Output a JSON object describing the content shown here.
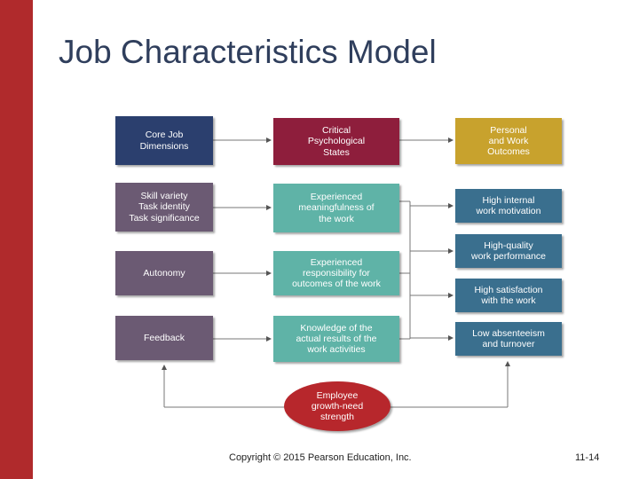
{
  "slide": {
    "title": "Job Characteristics Model",
    "footer": "Copyright © 2015 Pearson Education, Inc.",
    "page_number": "11-14"
  },
  "diagram": {
    "headers": {
      "core": "Core Job\nDimensions",
      "critical": "Critical\nPsychological\nStates",
      "outcomes": "Personal\nand Work\nOutcomes"
    },
    "dimensions": [
      "Skill variety\nTask identity\nTask significance",
      "Autonomy",
      "Feedback"
    ],
    "states": [
      "Experienced\nmeaningfulness of\nthe work",
      "Experienced\nresponsibility for\noutcomes of the work",
      "Knowledge of the\nactual results of the\nwork activities"
    ],
    "outcome_items": [
      "High internal\nwork motivation",
      "High-quality\nwork performance",
      "High satisfaction\nwith the work",
      "Low absenteeism\nand turnover"
    ],
    "moderator": "Employee\ngrowth-need\nstrength",
    "colors": {
      "accent_bar": "#b02a2c",
      "navy": "#2b3f6e",
      "maroon": "#8e1e3c",
      "gold": "#c8a22d",
      "purple": "#6b5a73",
      "teal": "#5fb3a7",
      "blue": "#3a6f8e",
      "oval": "#b7272c"
    }
  }
}
